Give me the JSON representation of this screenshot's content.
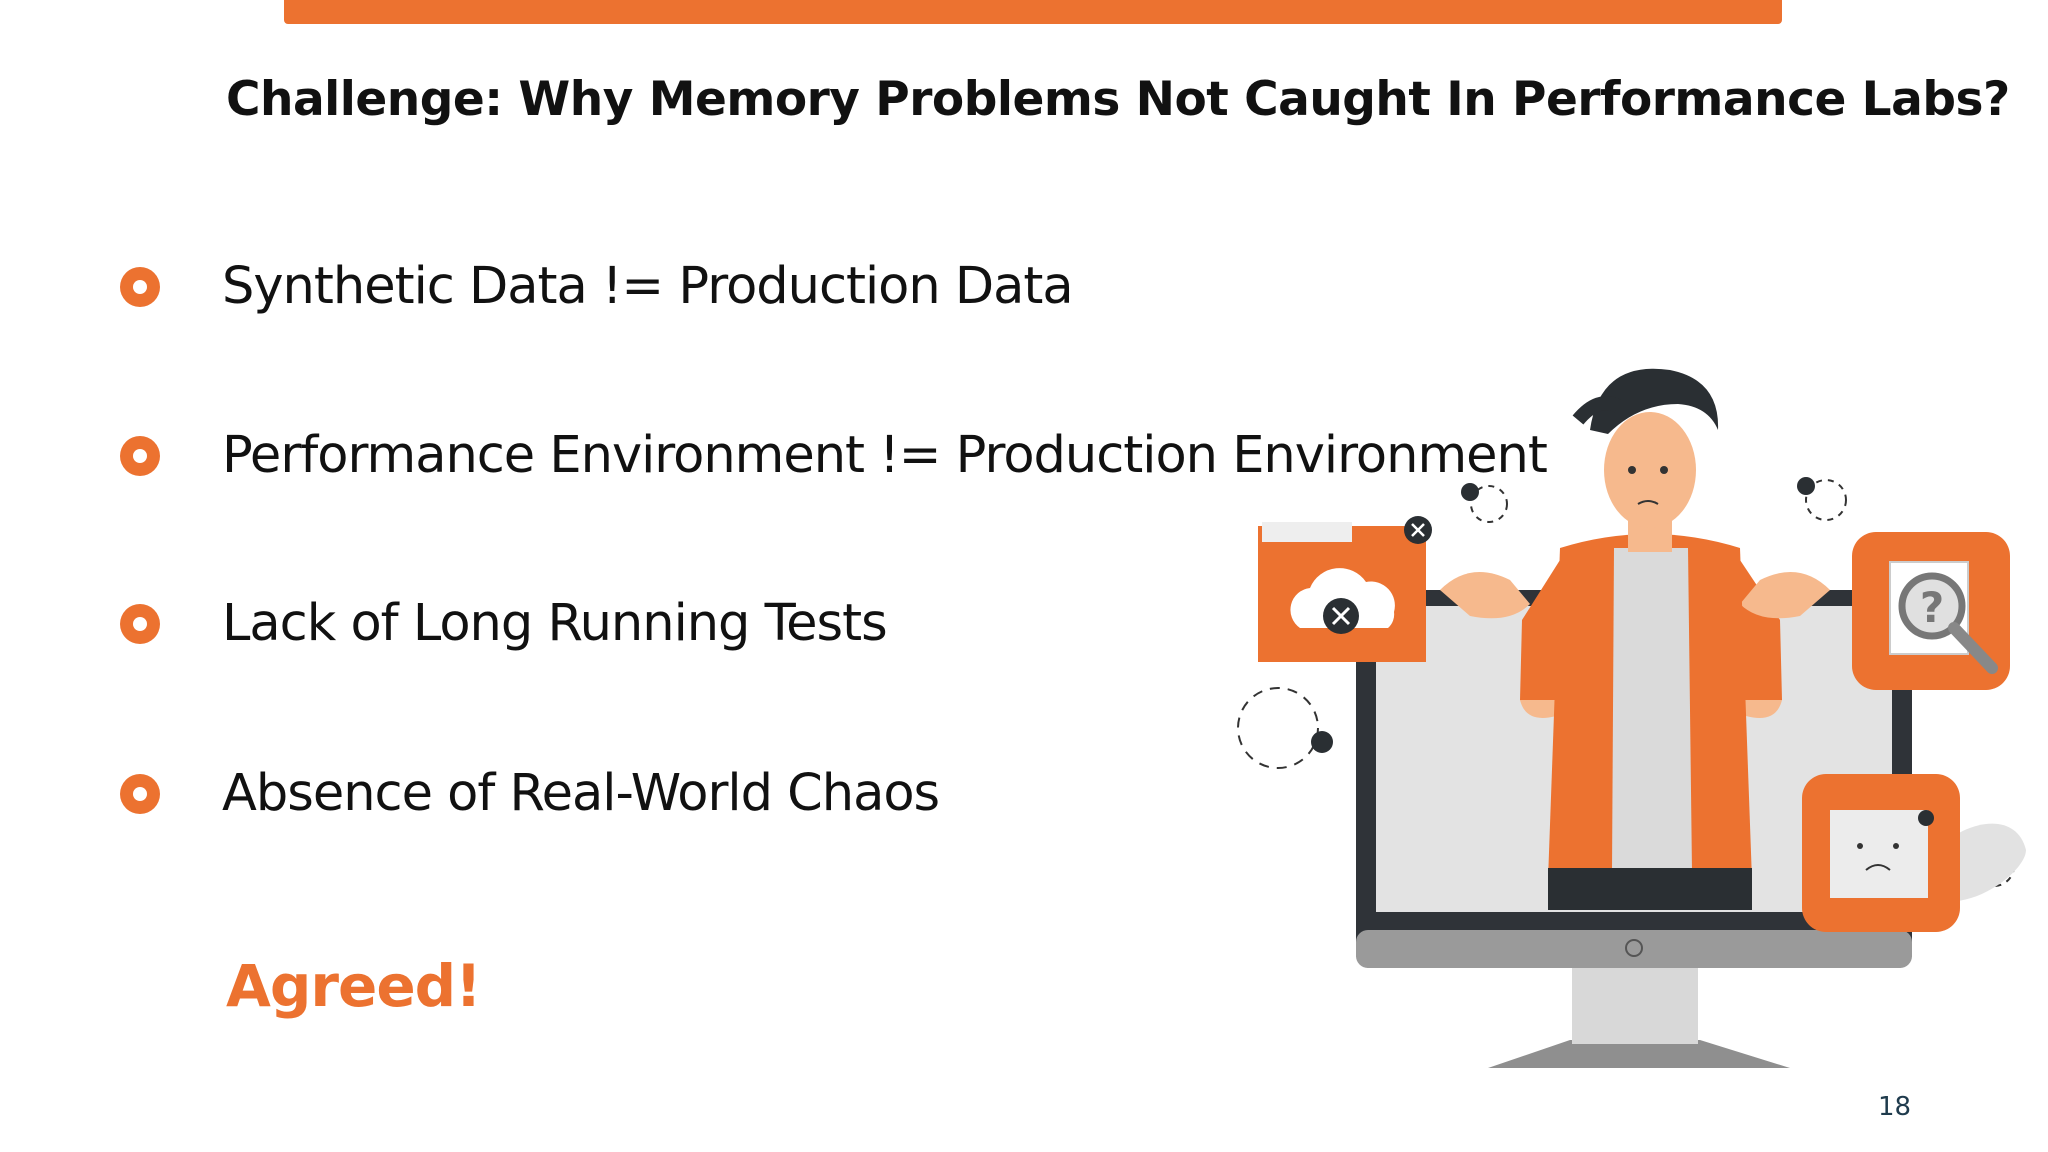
{
  "colors": {
    "accent": "#ec7230",
    "text": "#111111",
    "page_number": "#1f3b4d"
  },
  "slide": {
    "title": "Challenge: Why Memory Problems Not Caught In Performance Labs?",
    "bullets": [
      "Synthetic Data != Production Data",
      "Performance Environment != Production Environment",
      "Lack of Long Running Tests",
      "Absence of Real-World Chaos"
    ],
    "conclusion": "Agreed!",
    "page_number": "18"
  },
  "illustration": {
    "icons": [
      "cloud-folder-error-icon",
      "question-magnifier-icon",
      "sad-document-icon"
    ]
  }
}
